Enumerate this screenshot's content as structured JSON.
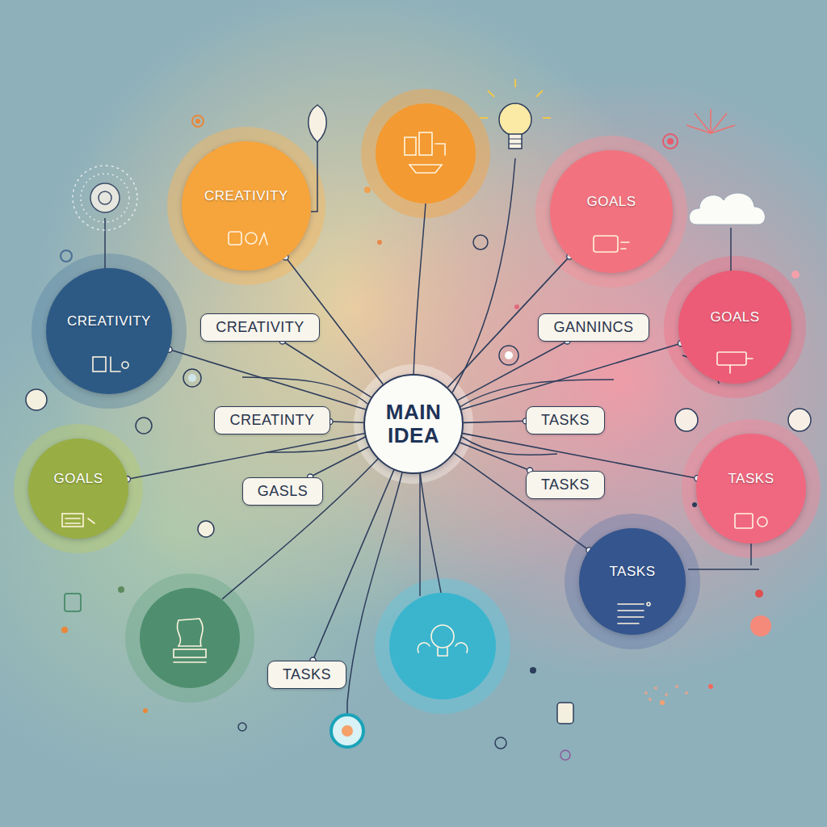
{
  "diagram": {
    "nodes": [
      {
        "text": [
          "CREATIVITY"
        ]
      },
      {
        "text": [
          "GOALS"
        ]
      },
      {
        "text": [
          "CREATIVITY"
        ]
      },
      {
        "text": [
          "CREATIVITY"
        ]
      },
      {
        "text": [
          "GANNINCS"
        ]
      },
      {
        "text": [
          "GOALS"
        ]
      },
      {
        "text": [
          "MAIN IDEA"
        ]
      },
      {
        "text": [
          "CREATINTY"
        ]
      },
      {
        "text": [
          "TASKS"
        ]
      },
      {
        "text": [
          "GASLS"
        ]
      },
      {
        "text": [
          "TASKS"
        ]
      },
      {
        "text": [
          "GOALS"
        ]
      },
      {
        "text": [
          "TASKS"
        ]
      },
      {
        "text": [
          "TASKS"
        ]
      },
      {
        "text": [
          "TASKS"
        ]
      }
    ],
    "edges": [
      {
        "from": 6,
        "to": 0,
        "arrow": "none"
      },
      {
        "from": 6,
        "to": 1,
        "arrow": "none"
      },
      {
        "from": 6,
        "to": 2,
        "arrow": "none"
      },
      {
        "from": 6,
        "to": 3,
        "arrow": "none"
      },
      {
        "from": 6,
        "to": 4,
        "arrow": "none"
      },
      {
        "from": 6,
        "to": 5,
        "arrow": "none"
      },
      {
        "from": 6,
        "to": 7,
        "arrow": "none"
      },
      {
        "from": 6,
        "to": 8,
        "arrow": "none"
      },
      {
        "from": 6,
        "to": 9,
        "arrow": "none"
      },
      {
        "from": 6,
        "to": 10,
        "arrow": "none"
      },
      {
        "from": 6,
        "to": 11,
        "arrow": "none"
      },
      {
        "from": 6,
        "to": 12,
        "arrow": "none"
      },
      {
        "from": 6,
        "to": 13,
        "arrow": "none"
      },
      {
        "from": 6,
        "to": 14,
        "arrow": "none"
      }
    ]
  }
}
